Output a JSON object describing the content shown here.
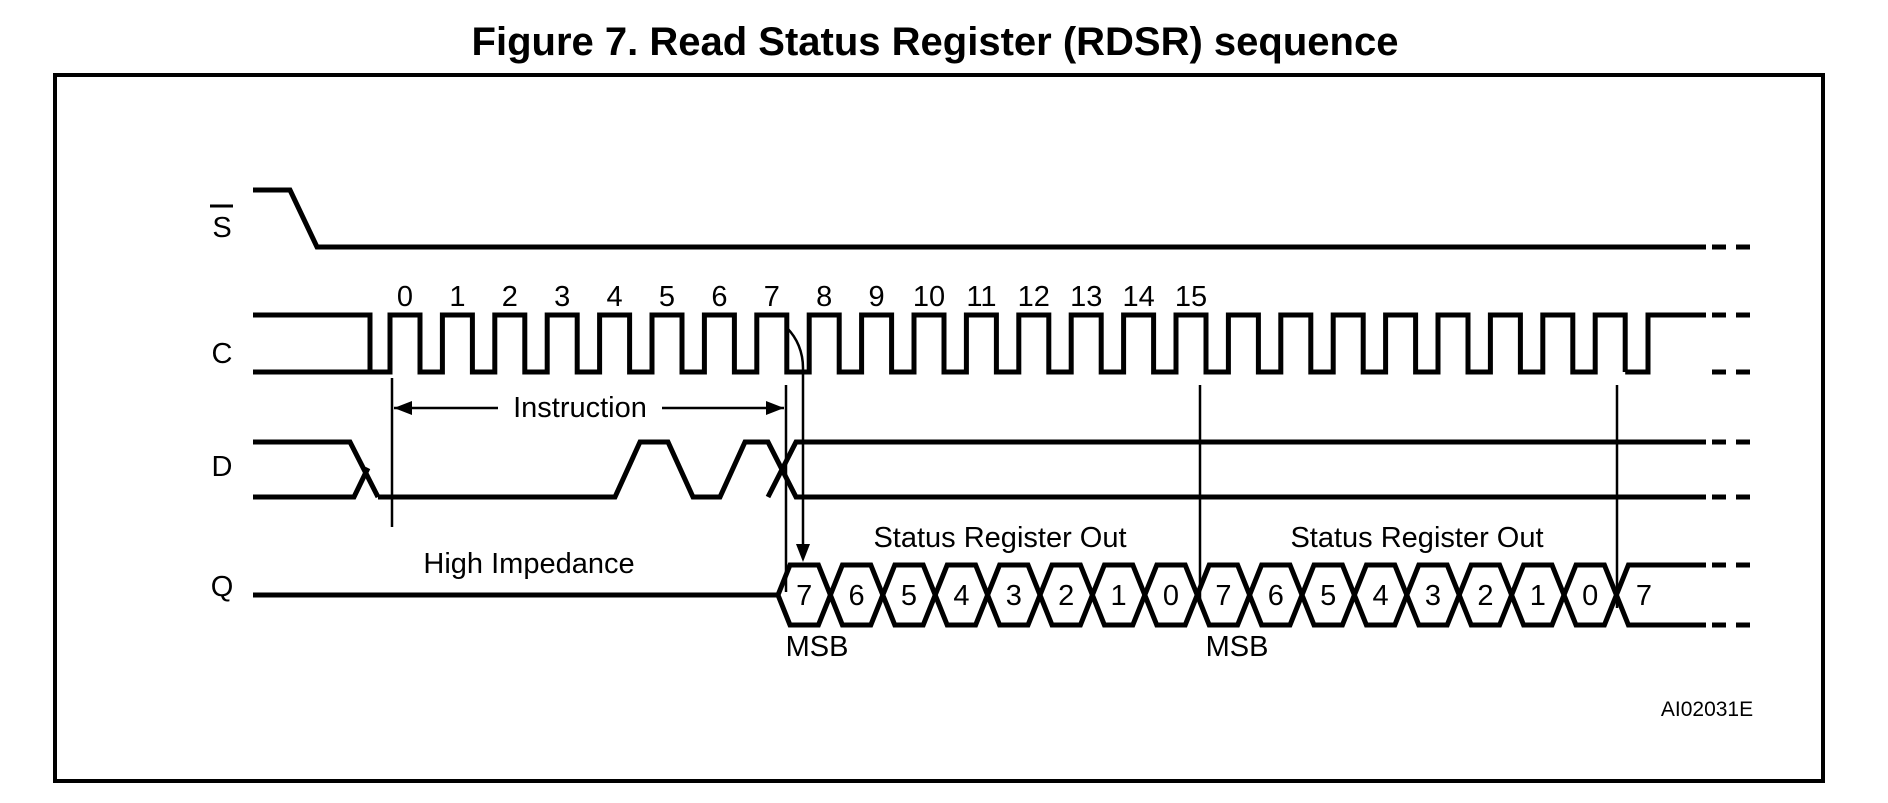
{
  "figure": {
    "title": "Figure 7. Read Status Register (RDSR) sequence",
    "watermark": "AI02031E"
  },
  "signals": {
    "select": "S",
    "clock": "C",
    "data_in": "D",
    "data_out": "Q"
  },
  "clock": {
    "numbers": [
      "0",
      "1",
      "2",
      "3",
      "4",
      "5",
      "6",
      "7",
      "8",
      "9",
      "10",
      "11",
      "12",
      "13",
      "14",
      "15"
    ]
  },
  "annotations": {
    "instruction": "Instruction",
    "high_impedance": "High Impedance",
    "status_register_out_first": "Status Register Out",
    "status_register_out_second": "Status Register Out",
    "msb_first": "MSB",
    "msb_second": "MSB"
  },
  "q_bits": {
    "first_byte": [
      "7",
      "6",
      "5",
      "4",
      "3",
      "2",
      "1",
      "0"
    ],
    "second_byte": [
      "7",
      "6",
      "5",
      "4",
      "3",
      "2",
      "1",
      "0"
    ],
    "continuation": "7"
  },
  "colors": {
    "ink": "#000000",
    "background": "#ffffff"
  }
}
